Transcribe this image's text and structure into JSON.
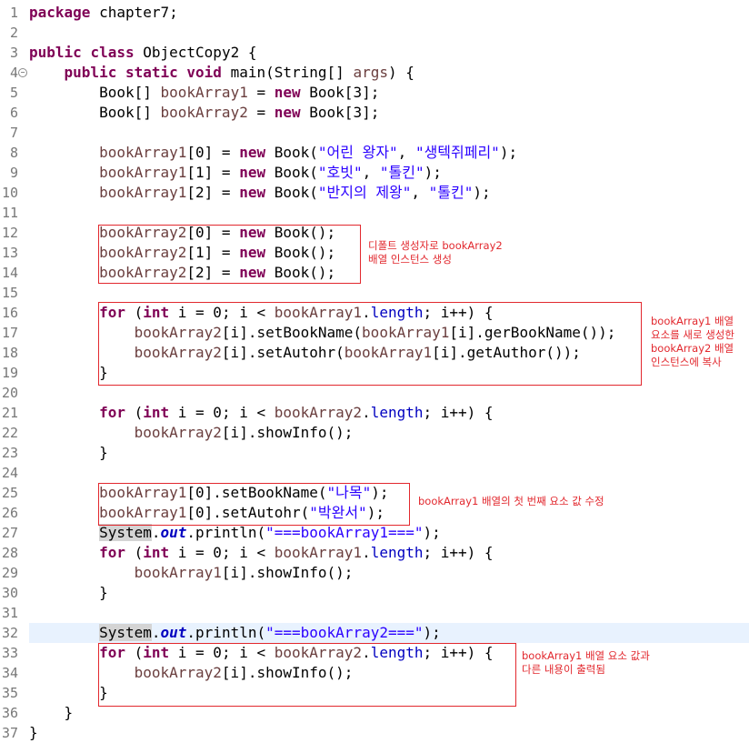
{
  "editor": {
    "lines": [
      {
        "n": "1",
        "code": [
          {
            "c": "kw",
            "t": "package"
          },
          {
            "t": " chapter7;"
          }
        ]
      },
      {
        "n": "2",
        "code": []
      },
      {
        "n": "3",
        "code": [
          {
            "c": "kw",
            "t": "public"
          },
          {
            "t": " "
          },
          {
            "c": "kw",
            "t": "class"
          },
          {
            "t": " ObjectCopy2 {"
          }
        ]
      },
      {
        "n": "4",
        "fold": true,
        "code": [
          {
            "t": "    "
          },
          {
            "c": "kw",
            "t": "public"
          },
          {
            "t": " "
          },
          {
            "c": "kw",
            "t": "static"
          },
          {
            "t": " "
          },
          {
            "c": "kw",
            "t": "void"
          },
          {
            "t": " main(String[] "
          },
          {
            "c": "var",
            "t": "args"
          },
          {
            "t": ") {"
          }
        ]
      },
      {
        "n": "5",
        "code": [
          {
            "t": "        Book[] "
          },
          {
            "c": "var",
            "t": "bookArray1"
          },
          {
            "t": " = "
          },
          {
            "c": "kw",
            "t": "new"
          },
          {
            "t": " Book[3];"
          }
        ]
      },
      {
        "n": "6",
        "code": [
          {
            "t": "        Book[] "
          },
          {
            "c": "var",
            "t": "bookArray2"
          },
          {
            "t": " = "
          },
          {
            "c": "kw",
            "t": "new"
          },
          {
            "t": " Book[3];"
          }
        ]
      },
      {
        "n": "7",
        "code": []
      },
      {
        "n": "8",
        "code": [
          {
            "t": "        "
          },
          {
            "c": "var",
            "t": "bookArray1"
          },
          {
            "t": "[0] = "
          },
          {
            "c": "kw",
            "t": "new"
          },
          {
            "t": " Book("
          },
          {
            "c": "str",
            "t": "\"어린 왕자\""
          },
          {
            "t": ", "
          },
          {
            "c": "str",
            "t": "\"생텍쥐페리\""
          },
          {
            "t": ");"
          }
        ]
      },
      {
        "n": "9",
        "code": [
          {
            "t": "        "
          },
          {
            "c": "var",
            "t": "bookArray1"
          },
          {
            "t": "[1] = "
          },
          {
            "c": "kw",
            "t": "new"
          },
          {
            "t": " Book("
          },
          {
            "c": "str",
            "t": "\"호빗\""
          },
          {
            "t": ", "
          },
          {
            "c": "str",
            "t": "\"톨킨\""
          },
          {
            "t": ");"
          }
        ]
      },
      {
        "n": "10",
        "code": [
          {
            "t": "        "
          },
          {
            "c": "var",
            "t": "bookArray1"
          },
          {
            "t": "[2] = "
          },
          {
            "c": "kw",
            "t": "new"
          },
          {
            "t": " Book("
          },
          {
            "c": "str",
            "t": "\"반지의 제왕\""
          },
          {
            "t": ", "
          },
          {
            "c": "str",
            "t": "\"톨킨\""
          },
          {
            "t": ");"
          }
        ]
      },
      {
        "n": "11",
        "code": []
      },
      {
        "n": "12",
        "code": [
          {
            "t": "        "
          },
          {
            "c": "var",
            "t": "bookArray2"
          },
          {
            "t": "[0] = "
          },
          {
            "c": "kw",
            "t": "new"
          },
          {
            "t": " Book();"
          }
        ]
      },
      {
        "n": "13",
        "code": [
          {
            "t": "        "
          },
          {
            "c": "var",
            "t": "bookArray2"
          },
          {
            "t": "[1] = "
          },
          {
            "c": "kw",
            "t": "new"
          },
          {
            "t": " Book();"
          }
        ]
      },
      {
        "n": "14",
        "code": [
          {
            "t": "        "
          },
          {
            "c": "var",
            "t": "bookArray2"
          },
          {
            "t": "[2] = "
          },
          {
            "c": "kw",
            "t": "new"
          },
          {
            "t": " Book();"
          }
        ]
      },
      {
        "n": "15",
        "code": []
      },
      {
        "n": "16",
        "code": [
          {
            "t": "        "
          },
          {
            "c": "kw",
            "t": "for"
          },
          {
            "t": " ("
          },
          {
            "c": "kw",
            "t": "int"
          },
          {
            "t": " i = 0; i < "
          },
          {
            "c": "var",
            "t": "bookArray1"
          },
          {
            "t": "."
          },
          {
            "c": "fld",
            "t": "length"
          },
          {
            "t": "; i++) {"
          }
        ]
      },
      {
        "n": "17",
        "code": [
          {
            "t": "            "
          },
          {
            "c": "var",
            "t": "bookArray2"
          },
          {
            "t": "[i].setBookName("
          },
          {
            "c": "var",
            "t": "bookArray1"
          },
          {
            "t": "[i].gerBookName());"
          }
        ]
      },
      {
        "n": "18",
        "code": [
          {
            "t": "            "
          },
          {
            "c": "var",
            "t": "bookArray2"
          },
          {
            "t": "[i].setAutohr("
          },
          {
            "c": "var",
            "t": "bookArray1"
          },
          {
            "t": "[i].getAuthor());"
          }
        ]
      },
      {
        "n": "19",
        "code": [
          {
            "t": "        }"
          }
        ]
      },
      {
        "n": "20",
        "code": []
      },
      {
        "n": "21",
        "code": [
          {
            "t": "        "
          },
          {
            "c": "kw",
            "t": "for"
          },
          {
            "t": " ("
          },
          {
            "c": "kw",
            "t": "int"
          },
          {
            "t": " i = 0; i < "
          },
          {
            "c": "var",
            "t": "bookArray2"
          },
          {
            "t": "."
          },
          {
            "c": "fld",
            "t": "length"
          },
          {
            "t": "; i++) {"
          }
        ]
      },
      {
        "n": "22",
        "code": [
          {
            "t": "            "
          },
          {
            "c": "var",
            "t": "bookArray2"
          },
          {
            "t": "[i].showInfo();"
          }
        ]
      },
      {
        "n": "23",
        "code": [
          {
            "t": "        }"
          }
        ]
      },
      {
        "n": "24",
        "code": []
      },
      {
        "n": "25",
        "code": [
          {
            "t": "        "
          },
          {
            "c": "var",
            "t": "bookArray1"
          },
          {
            "t": "[0].setBookName("
          },
          {
            "c": "str",
            "t": "\"나목\""
          },
          {
            "t": ");"
          }
        ]
      },
      {
        "n": "26",
        "code": [
          {
            "t": "        "
          },
          {
            "c": "var",
            "t": "bookArray1"
          },
          {
            "t": "[0].setAutohr("
          },
          {
            "c": "str",
            "t": "\"박완서\""
          },
          {
            "t": ");"
          }
        ]
      },
      {
        "n": "27",
        "code": [
          {
            "t": "        "
          },
          {
            "c": "hl",
            "t": "System"
          },
          {
            "t": "."
          },
          {
            "c": "sfld",
            "t": "out"
          },
          {
            "t": ".println("
          },
          {
            "c": "str",
            "t": "\"===bookArray1===\""
          },
          {
            "t": ");"
          }
        ]
      },
      {
        "n": "28",
        "code": [
          {
            "t": "        "
          },
          {
            "c": "kw",
            "t": "for"
          },
          {
            "t": " ("
          },
          {
            "c": "kw",
            "t": "int"
          },
          {
            "t": " i = 0; i < "
          },
          {
            "c": "var",
            "t": "bookArray1"
          },
          {
            "t": "."
          },
          {
            "c": "fld",
            "t": "length"
          },
          {
            "t": "; i++) {"
          }
        ]
      },
      {
        "n": "29",
        "code": [
          {
            "t": "            "
          },
          {
            "c": "var",
            "t": "bookArray1"
          },
          {
            "t": "[i].showInfo();"
          }
        ]
      },
      {
        "n": "30",
        "code": [
          {
            "t": "        }"
          }
        ]
      },
      {
        "n": "31",
        "code": []
      },
      {
        "n": "32",
        "current": true,
        "code": [
          {
            "t": "        "
          },
          {
            "c": "hl",
            "t": "System"
          },
          {
            "t": "."
          },
          {
            "c": "sfld",
            "t": "out"
          },
          {
            "t": ".println("
          },
          {
            "c": "str",
            "t": "\"===bookArray2===\""
          },
          {
            "t": ");"
          }
        ]
      },
      {
        "n": "33",
        "code": [
          {
            "t": "        "
          },
          {
            "c": "kw",
            "t": "for"
          },
          {
            "t": " ("
          },
          {
            "c": "kw",
            "t": "int"
          },
          {
            "t": " i = 0; i < "
          },
          {
            "c": "var",
            "t": "bookArray2"
          },
          {
            "t": "."
          },
          {
            "c": "fld",
            "t": "length"
          },
          {
            "t": "; i++) {"
          }
        ]
      },
      {
        "n": "34",
        "code": [
          {
            "t": "            "
          },
          {
            "c": "var",
            "t": "bookArray2"
          },
          {
            "t": "[i].showInfo();"
          }
        ]
      },
      {
        "n": "35",
        "code": [
          {
            "t": "        }"
          }
        ]
      },
      {
        "n": "36",
        "code": [
          {
            "t": "    }"
          }
        ]
      },
      {
        "n": "37",
        "code": [
          {
            "t": "}"
          }
        ]
      }
    ]
  },
  "annotations": {
    "note1": "디폴트 생성자로 bookArray2\n배열 인스턴스 생성",
    "note2": "bookArray1 배열\n요소를 새로 생성한\nbookArray2 배열\n인스턴스에 복사",
    "note3": "bookArray1 배열의 첫 번째 요소 값 수정",
    "note4": "bookArray1 배열 요소 값과\n다른 내용이 출력됨"
  },
  "colors": {
    "keyword": "#7f0055",
    "variable": "#6a3e3e",
    "string": "#2a00ff",
    "field": "#0000c0",
    "annotation": "#e2282e",
    "current_line": "#e8f2fe"
  }
}
